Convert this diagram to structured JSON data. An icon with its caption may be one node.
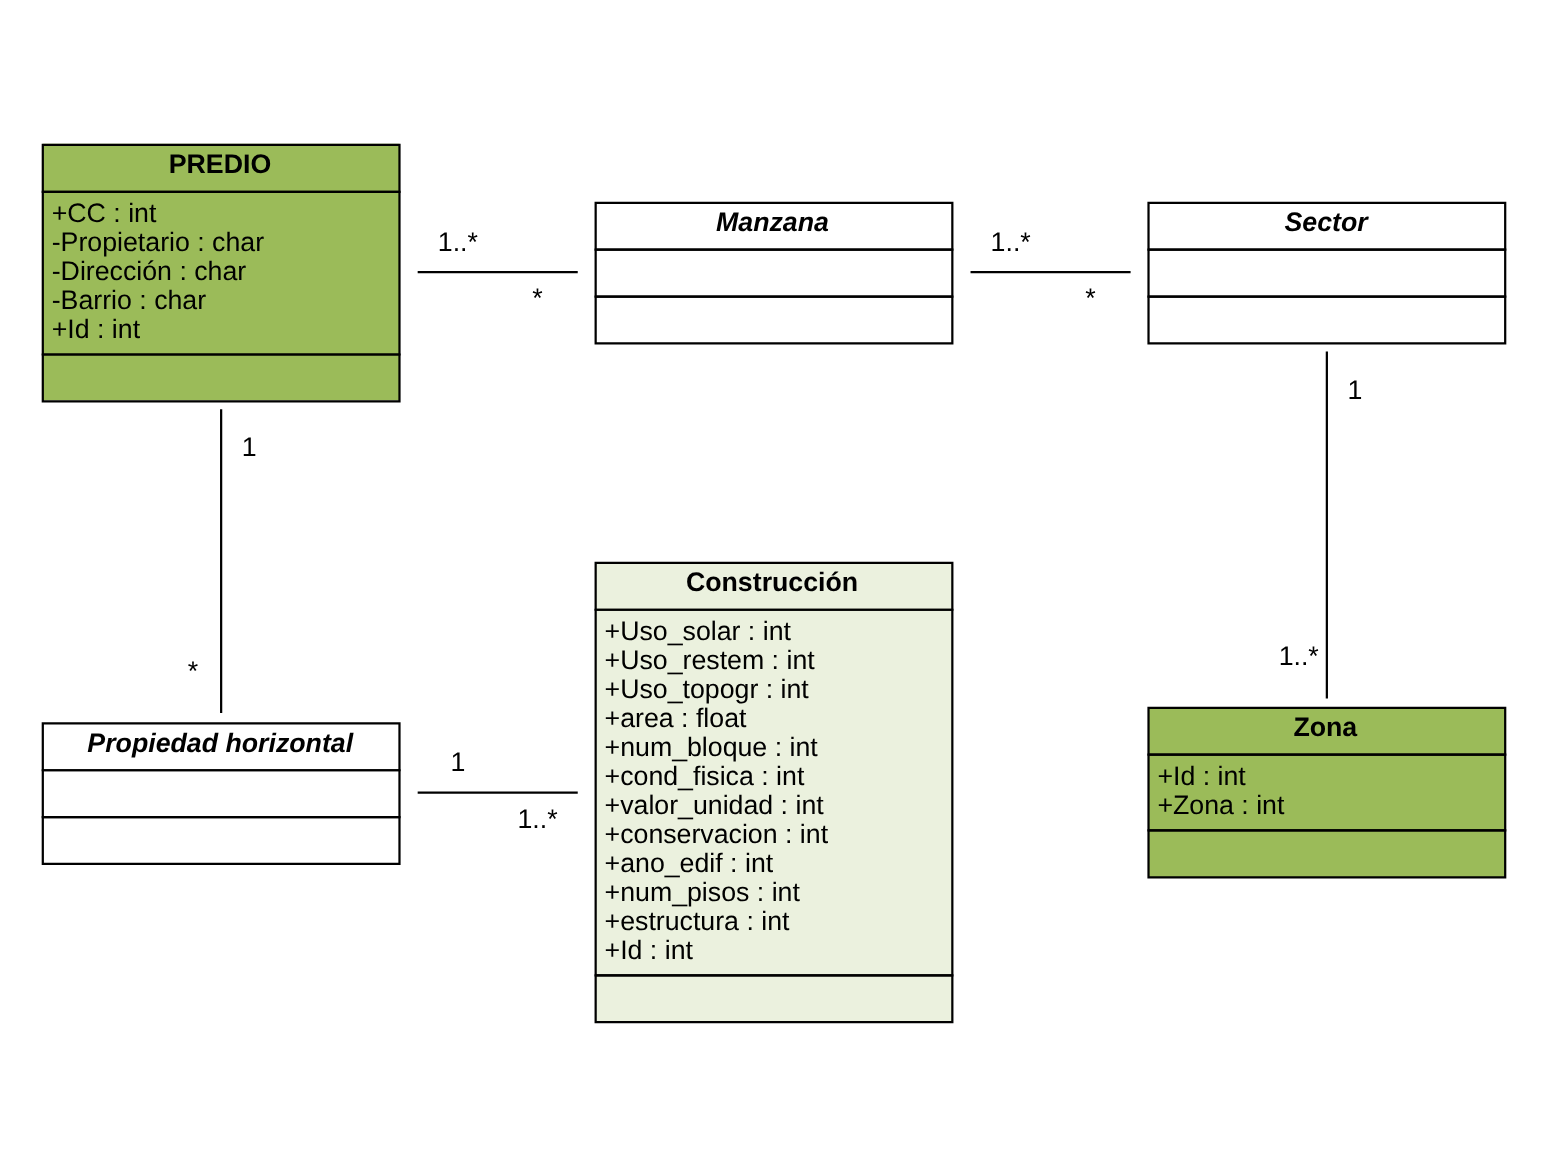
{
  "diagram": {
    "nodes": [
      {
        "text": [
          "PREDIO",
          "+CC : int",
          "-Propietario : char",
          "-Dirección : char",
          "-Barrio : char",
          "+Id : int"
        ]
      },
      {
        "text": [
          "Manzana"
        ]
      },
      {
        "text": [
          "Sector"
        ]
      },
      {
        "text": [
          "Construcción",
          "+Uso_solar : int",
          "+Uso_restem : int",
          "+Uso_topogr : int",
          "+area : float",
          "+num_bloque : int",
          "+cond_fisica : int",
          "+valor_unidad : int",
          "+conservacion : int",
          "+ano_edif : int",
          "+num_pisos : int",
          "+estructura : int",
          "+Id : int"
        ]
      },
      {
        "text": [
          "Zona",
          "+Id : int",
          "+Zona : int"
        ]
      },
      {
        "text": [
          "Propiedad horizontal"
        ]
      }
    ],
    "edges": [
      {
        "from": 0,
        "to": 1,
        "arrow": "none"
      },
      {
        "from": 1,
        "to": 2,
        "arrow": "none"
      },
      {
        "from": 2,
        "to": 4,
        "arrow": "none"
      },
      {
        "from": 0,
        "to": 5,
        "arrow": "none"
      },
      {
        "from": 5,
        "to": 3,
        "arrow": "none"
      }
    ],
    "labels": [
      "1..*",
      "*",
      "1..*",
      "*",
      "1",
      "1",
      "1..*",
      "*",
      "1",
      "1..*"
    ]
  }
}
